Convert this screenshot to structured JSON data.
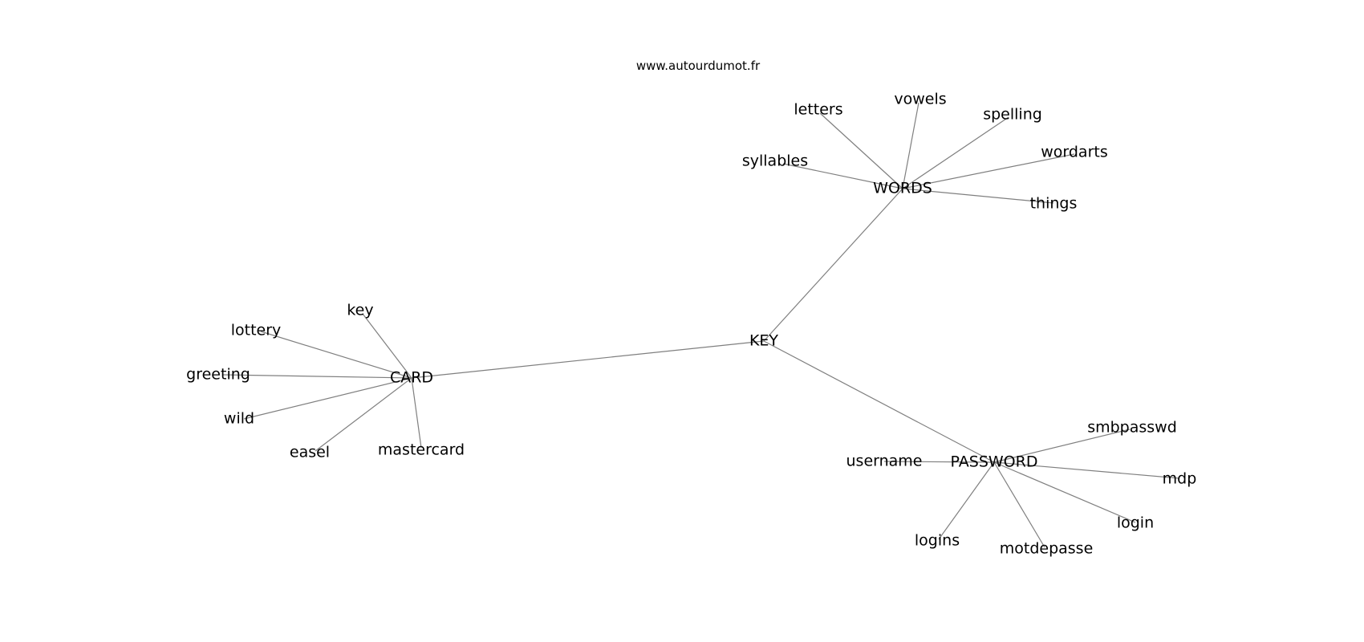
{
  "source_text": "www.autourdumot.fr",
  "colors": {
    "edge": "#7f7f7f",
    "label": "#000000",
    "background": "#ffffff"
  },
  "graph": {
    "center": "KEY",
    "nodes": [
      {
        "id": "KEY",
        "label": "KEY"
      },
      {
        "id": "WORDS",
        "label": "WORDS"
      },
      {
        "id": "CARD",
        "label": "CARD"
      },
      {
        "id": "PASSWORD",
        "label": "PASSWORD"
      },
      {
        "id": "letters",
        "label": "letters"
      },
      {
        "id": "vowels",
        "label": "vowels"
      },
      {
        "id": "spelling",
        "label": "spelling"
      },
      {
        "id": "syllables",
        "label": "syllables"
      },
      {
        "id": "wordarts",
        "label": "wordarts"
      },
      {
        "id": "things",
        "label": "things"
      },
      {
        "id": "key",
        "label": "key"
      },
      {
        "id": "lottery",
        "label": "lottery"
      },
      {
        "id": "greeting",
        "label": "greeting"
      },
      {
        "id": "wild",
        "label": "wild"
      },
      {
        "id": "easel",
        "label": "easel"
      },
      {
        "id": "mastercard",
        "label": "mastercard"
      },
      {
        "id": "smbpasswd",
        "label": "smbpasswd"
      },
      {
        "id": "username",
        "label": "username"
      },
      {
        "id": "mdp",
        "label": "mdp"
      },
      {
        "id": "login",
        "label": "login"
      },
      {
        "id": "logins",
        "label": "logins"
      },
      {
        "id": "motdepasse",
        "label": "motdepasse"
      }
    ],
    "edges": [
      [
        "KEY",
        "WORDS"
      ],
      [
        "KEY",
        "CARD"
      ],
      [
        "KEY",
        "PASSWORD"
      ],
      [
        "WORDS",
        "letters"
      ],
      [
        "WORDS",
        "vowels"
      ],
      [
        "WORDS",
        "spelling"
      ],
      [
        "WORDS",
        "syllables"
      ],
      [
        "WORDS",
        "wordarts"
      ],
      [
        "WORDS",
        "things"
      ],
      [
        "CARD",
        "key"
      ],
      [
        "CARD",
        "lottery"
      ],
      [
        "CARD",
        "greeting"
      ],
      [
        "CARD",
        "wild"
      ],
      [
        "CARD",
        "easel"
      ],
      [
        "CARD",
        "mastercard"
      ],
      [
        "PASSWORD",
        "smbpasswd"
      ],
      [
        "PASSWORD",
        "username"
      ],
      [
        "PASSWORD",
        "mdp"
      ],
      [
        "PASSWORD",
        "login"
      ],
      [
        "PASSWORD",
        "logins"
      ],
      [
        "PASSWORD",
        "motdepasse"
      ]
    ]
  }
}
